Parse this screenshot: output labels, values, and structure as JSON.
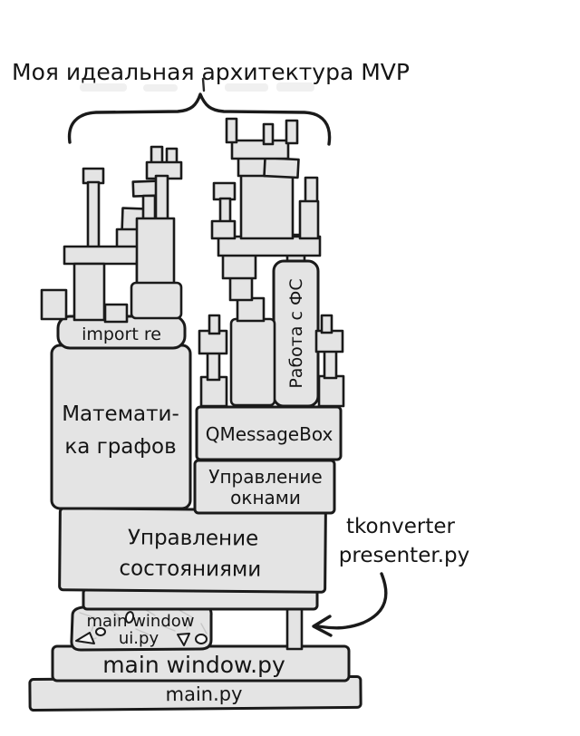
{
  "title": "Моя идеальная архитектура MVP",
  "tower": {
    "import_re": {
      "label": "import re"
    },
    "graph_math": {
      "line1": "Математи-",
      "line2": "ка графов"
    },
    "qmessagebox": {
      "label": "QMessageBox"
    },
    "fs_work": {
      "label": "Работа с ФС"
    },
    "window_management": {
      "line1": "Управление",
      "line2": "окнами"
    },
    "state_management": {
      "line1": "Управление",
      "line2": "состояниями"
    },
    "main_window_ui": {
      "line1": "main window",
      "line2": "ui.py"
    },
    "main_window": {
      "label": "main window.py"
    },
    "main": {
      "label": "main.py"
    }
  },
  "annotation": {
    "line1": "tkonverter",
    "line2": "presenter.py"
  },
  "colors": {
    "background": "#ffffff",
    "block_fill": "#e4e4e4",
    "outline": "#1a1a1a",
    "text": "#151515"
  }
}
